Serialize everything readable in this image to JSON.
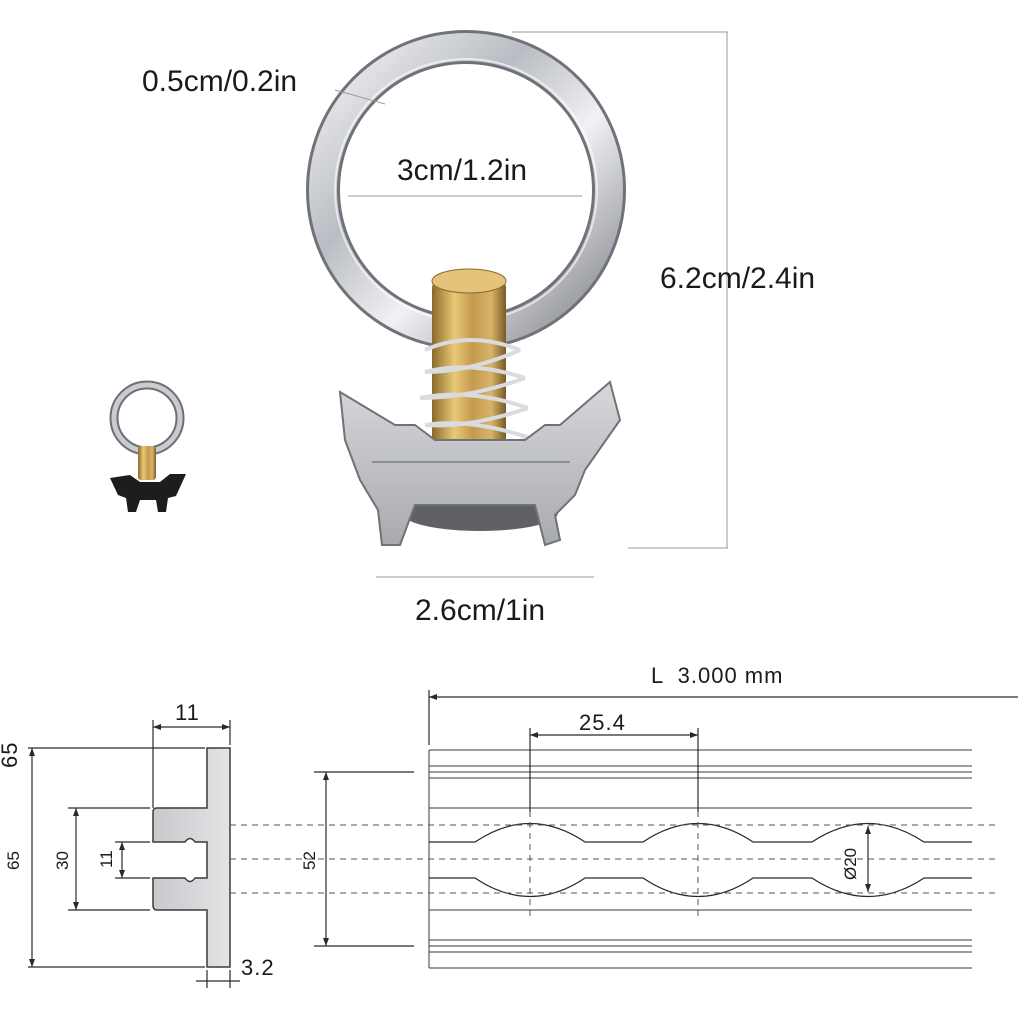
{
  "product_dims": {
    "wire_thickness": "0.5cm/0.2in",
    "ring_inner": "3cm/1.2in",
    "total_height": "6.2cm/2.4in",
    "base_width": "2.6cm/1in"
  },
  "profile_dims": {
    "top_width": "11",
    "height_left_rotated": "65",
    "height_left": "65",
    "slot_span": "30",
    "slot_gap": "11",
    "wall": "3.2"
  },
  "track_dims": {
    "length": "L  3.000 mm",
    "pitch": "25.4",
    "width": "52",
    "hole_dia": "Ø20"
  },
  "colors": {
    "line": "#2a2a2a",
    "metal_light": "#e2e3e5",
    "metal_dark": "#8d9096",
    "brass": "#c8a24a",
    "black_part": "#1d1d1d"
  }
}
